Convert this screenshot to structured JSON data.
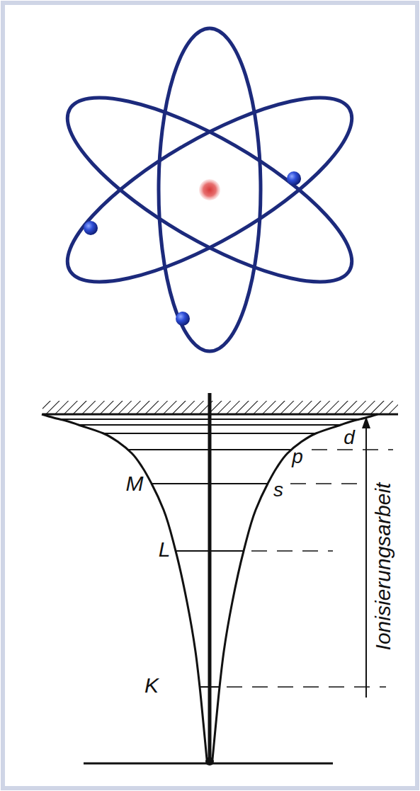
{
  "diagram": {
    "labels": [
      "M",
      "L",
      "K",
      "s",
      "p",
      "d",
      "Ionisierungsarbeit"
    ]
  }
}
